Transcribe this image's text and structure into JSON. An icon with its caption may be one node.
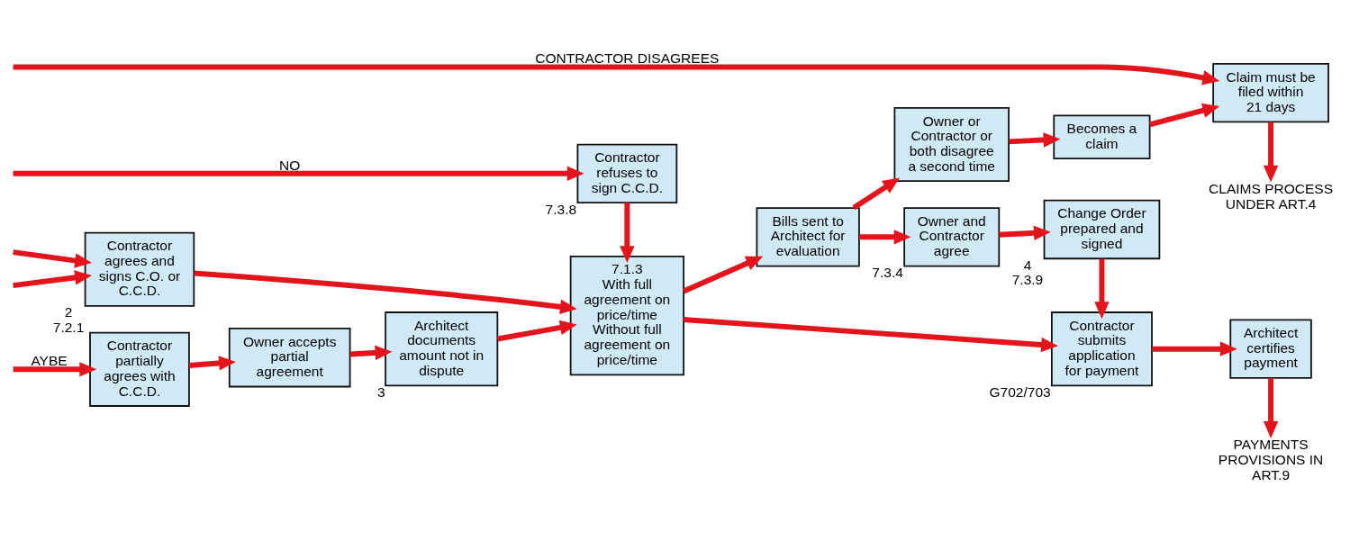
{
  "diagram": {
    "nodes": [
      {
        "text": [
          "Contractor agrees and signs C.O. or C.C.D."
        ],
        "beside": [
          "2",
          "7.2.1"
        ]
      },
      {
        "text": [
          "7.1.3",
          "With full agreement on price/time",
          "Without full agreement on price/time"
        ]
      },
      {
        "text": [
          "Contractor submits application for payment"
        ],
        "beside": [
          "G702/703"
        ]
      },
      {
        "text": [
          "Architect certifies payment"
        ]
      },
      {
        "text": [
          "Contractor partially agrees with C.C.D."
        ]
      },
      {
        "text": [
          "Owner accepts partial agreement"
        ]
      },
      {
        "text": [
          "Architect documents amount not in dispute"
        ],
        "beside": [
          "3"
        ]
      },
      {
        "text": [
          "Bills sent to Architect for evaluation"
        ]
      },
      {
        "text": [
          "Owner and Contractor agree"
        ],
        "beside": [
          "7.3.4"
        ]
      },
      {
        "text": [
          "Change Order prepared and signed"
        ],
        "beside": [
          "4",
          "7.3.9"
        ]
      },
      {
        "text": [
          "PAYMENTS PROVISIONS IN ART.9"
        ]
      },
      {
        "text": [
          "Contractor refuses to sign C.C.D."
        ],
        "beside": [
          "7.3.8"
        ]
      },
      {
        "text": [
          "Owner or Contractor or both disagree a second time"
        ]
      },
      {
        "text": [
          "Becomes a claim"
        ]
      },
      {
        "text": [
          "Claim must be filed within 21 days"
        ]
      },
      {
        "text": [
          "CLAIMS PROCESS UNDER ART.4"
        ]
      }
    ],
    "edges": [
      {
        "from": null,
        "to": 0,
        "arrow": "to"
      },
      {
        "from": null,
        "to": 0,
        "arrow": "to"
      },
      {
        "from": 0,
        "to": 1,
        "arrow": "to"
      },
      {
        "from": 6,
        "to": 1,
        "arrow": "to"
      },
      {
        "from": 1,
        "to": 2,
        "arrow": "to"
      },
      {
        "from": 2,
        "to": 3,
        "arrow": "to"
      },
      {
        "from": 4,
        "to": 5,
        "arrow": "to"
      },
      {
        "from": 5,
        "to": 6,
        "arrow": "to"
      },
      {
        "from": 1,
        "to": 7,
        "arrow": "to"
      },
      {
        "from": 7,
        "to": 8,
        "arrow": "to"
      },
      {
        "from": 8,
        "to": 9,
        "arrow": "to"
      },
      {
        "from": 9,
        "to": 2,
        "arrow": "to"
      },
      {
        "from": 3,
        "to": 10,
        "arrow": "to"
      },
      {
        "from": null,
        "to": 4,
        "arrow": "to",
        "label": "AYBE"
      },
      {
        "from": null,
        "to": 11,
        "arrow": "to",
        "label": "NO"
      },
      {
        "from": 11,
        "to": 1,
        "arrow": "to"
      },
      {
        "from": 7,
        "to": 12,
        "arrow": "to"
      },
      {
        "from": 12,
        "to": 13,
        "arrow": "to"
      },
      {
        "from": 13,
        "to": 14,
        "arrow": "to"
      },
      {
        "from": 14,
        "to": 15,
        "arrow": "to"
      },
      {
        "from": null,
        "to": 14,
        "arrow": "to",
        "label": "CONTRACTOR DISAGREES"
      }
    ]
  }
}
